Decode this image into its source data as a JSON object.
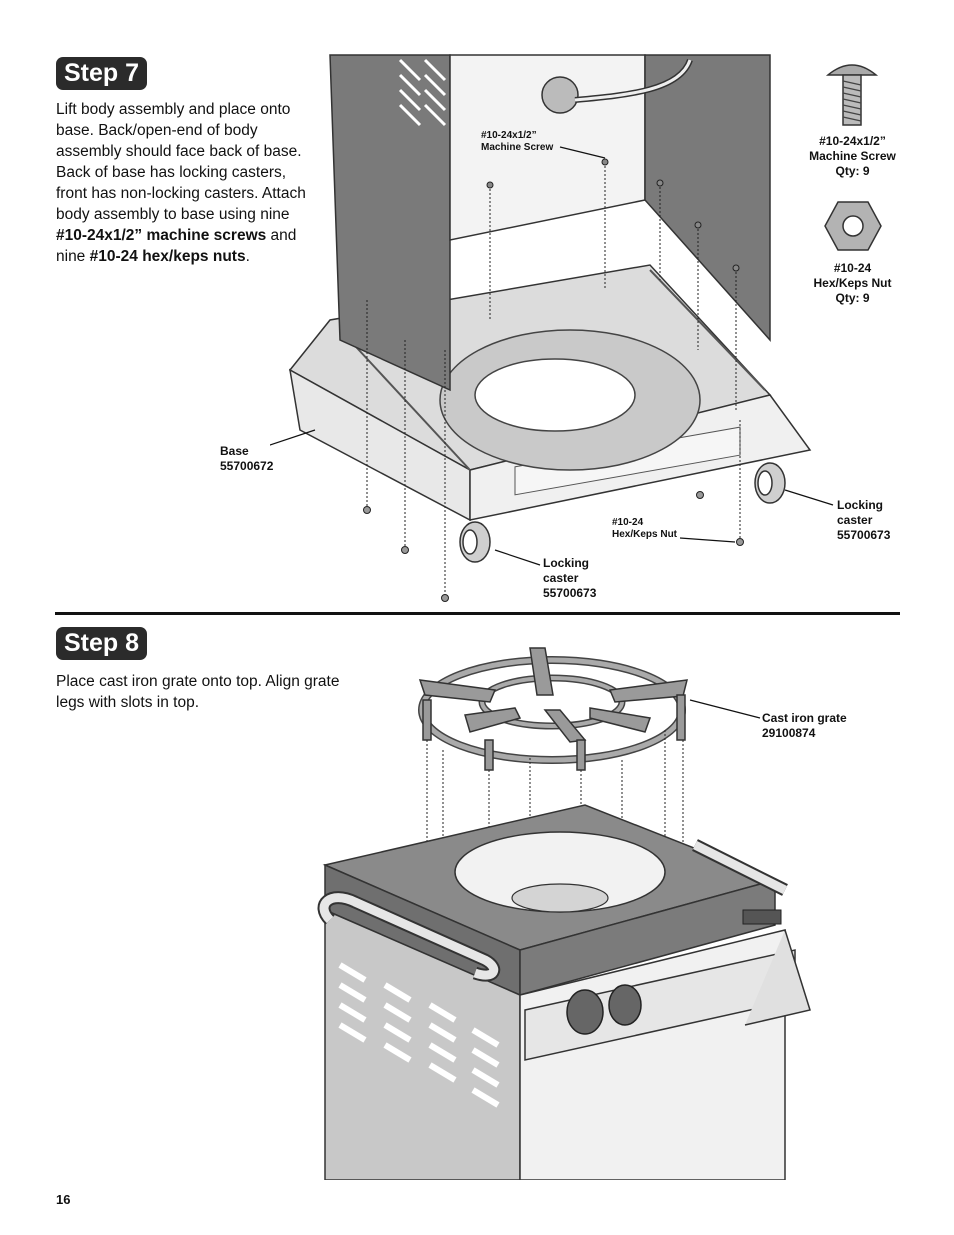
{
  "step7": {
    "badge": "Step 7",
    "line1": "Lift body assembly and place onto",
    "line2": "base. Back/open-end of body",
    "line3": "assembly should face back of base.",
    "line4": "Back of base has locking casters,",
    "line5": "front has non-locking casters. Attach",
    "line6": "body assembly to base using nine",
    "bold1": "#10-24x1/2” machine screws",
    "after_bold1": " and",
    "line8_pre": "nine ",
    "bold2": "#10-24 hex/keps nuts",
    "line8_post": ".",
    "callouts": {
      "screw_diagram": "#10-24x1/2”\nMachine Screw",
      "screw_part": "#10-24x1/2”\nMachine Screw\nQty: 9",
      "nut_part": "#10-24\nHex/Keps Nut\nQty: 9",
      "base": "Base\n55700672",
      "locking_caster_right": "Locking\ncaster\n55700673",
      "locking_caster_left": "Locking\ncaster\n55700673",
      "nut_diagram": "#10-24\nHex/Keps Nut"
    }
  },
  "step8": {
    "badge": "Step 8",
    "line1": "Place cast iron grate onto top. Align grate",
    "line2": "legs with slots in top.",
    "callouts": {
      "grate": "Cast iron grate\n29100874"
    }
  },
  "page_number": "16",
  "colors": {
    "badge_bg": "#2b2b2b",
    "panel_dark": "#7a7a7a",
    "metal_light": "#d9d9d9"
  }
}
